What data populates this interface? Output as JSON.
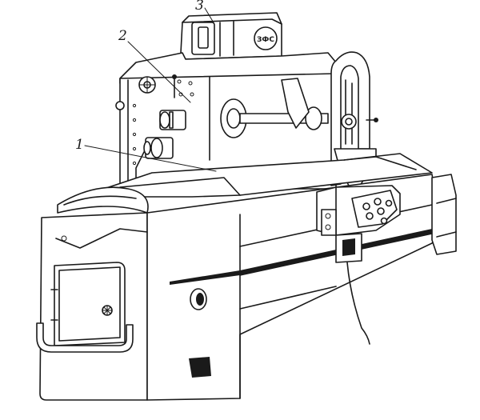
{
  "callouts": [
    {
      "number": "1"
    },
    {
      "number": "2"
    },
    {
      "number": "3"
    }
  ],
  "nameplate": {
    "text": "ЗФС"
  },
  "colors": {
    "ink": "#1a1a1a",
    "paper": "#ffffff"
  }
}
